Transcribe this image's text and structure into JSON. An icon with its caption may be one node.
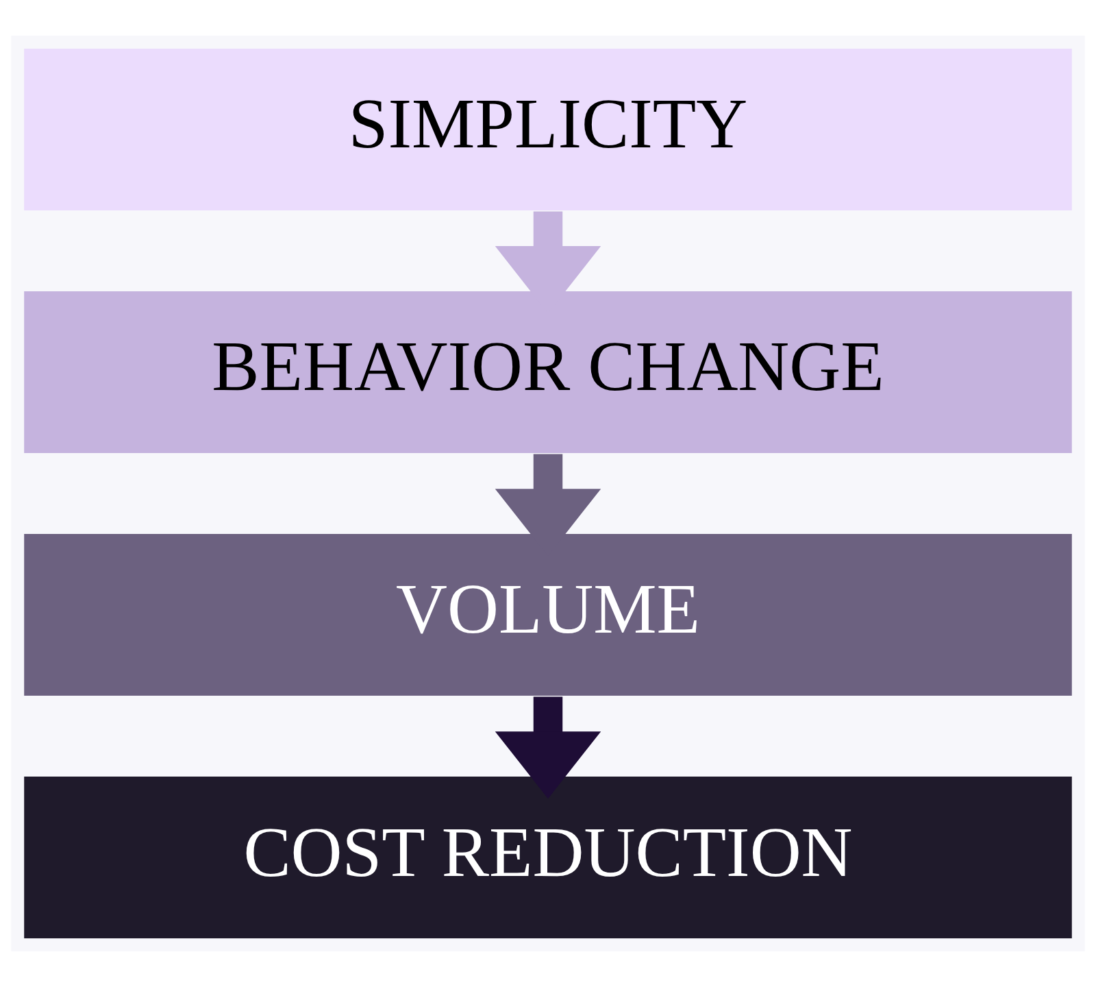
{
  "diagram": {
    "nodes": [
      {
        "text": [
          "SIMPLICITY"
        ]
      },
      {
        "text": [
          "BEHAVIOR CHANGE"
        ]
      },
      {
        "text": [
          "VOLUME"
        ]
      },
      {
        "text": [
          "COST REDUCTION"
        ]
      }
    ],
    "edges": [
      {
        "from": 0,
        "to": 1,
        "arrow": "to",
        "color": "#c5b3de"
      },
      {
        "from": 1,
        "to": 2,
        "arrow": "to",
        "color": "#6c6180"
      },
      {
        "from": 2,
        "to": 3,
        "arrow": "to",
        "color": "#1e0d36"
      }
    ]
  }
}
